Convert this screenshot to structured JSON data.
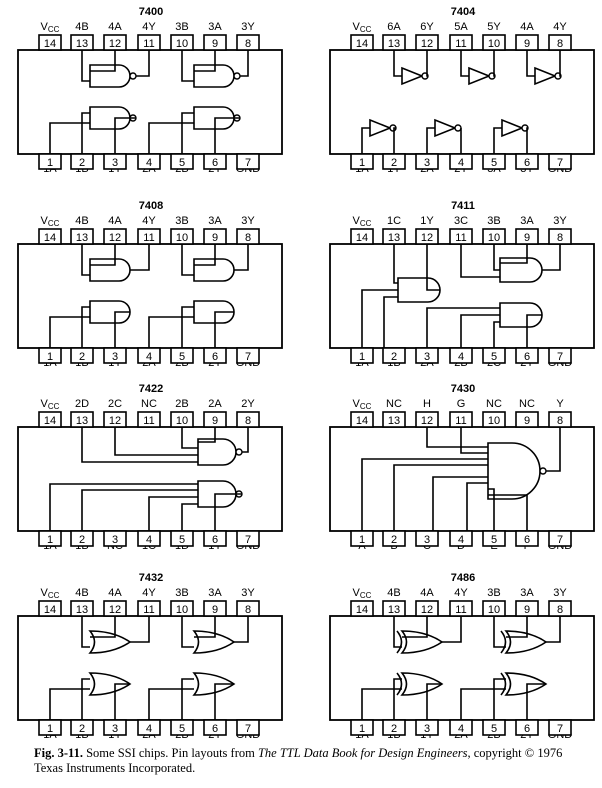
{
  "chips": [
    {
      "id": "7400",
      "title": "7400",
      "top": [
        "VCC",
        "4B",
        "4A",
        "4Y",
        "3B",
        "3A",
        "3Y"
      ],
      "top_nums": [
        "14",
        "13",
        "12",
        "11",
        "10",
        "9",
        "8"
      ],
      "bottom": [
        "1A",
        "1B",
        "1Y",
        "2A",
        "2B",
        "2Y",
        "GND"
      ],
      "bottom_nums": [
        "1",
        "2",
        "3",
        "4",
        "5",
        "6",
        "7"
      ],
      "gate": "nand2"
    },
    {
      "id": "7404",
      "title": "7404",
      "top": [
        "VCC",
        "6A",
        "6Y",
        "5A",
        "5Y",
        "4A",
        "4Y"
      ],
      "top_nums": [
        "14",
        "13",
        "12",
        "11",
        "10",
        "9",
        "8"
      ],
      "bottom": [
        "1A",
        "1Y",
        "2A",
        "2Y",
        "3A",
        "3Y",
        "GND"
      ],
      "bottom_nums": [
        "1",
        "2",
        "3",
        "4",
        "5",
        "6",
        "7"
      ],
      "gate": "inv"
    },
    {
      "id": "7408",
      "title": "7408",
      "top": [
        "VCC",
        "4B",
        "4A",
        "4Y",
        "3B",
        "3A",
        "3Y"
      ],
      "top_nums": [
        "14",
        "13",
        "12",
        "11",
        "10",
        "9",
        "8"
      ],
      "bottom": [
        "1A",
        "1B",
        "1Y",
        "2A",
        "2B",
        "2Y",
        "GND"
      ],
      "bottom_nums": [
        "1",
        "2",
        "3",
        "4",
        "5",
        "6",
        "7"
      ],
      "gate": "and2"
    },
    {
      "id": "7411",
      "title": "7411",
      "top": [
        "VCC",
        "1C",
        "1Y",
        "3C",
        "3B",
        "3A",
        "3Y"
      ],
      "top_nums": [
        "14",
        "13",
        "12",
        "11",
        "10",
        "9",
        "8"
      ],
      "bottom": [
        "1A",
        "1B",
        "2A",
        "2B",
        "2C",
        "2Y",
        "GND"
      ],
      "bottom_nums": [
        "1",
        "2",
        "3",
        "4",
        "5",
        "6",
        "7"
      ],
      "gate": "and3"
    },
    {
      "id": "7422",
      "title": "7422",
      "top": [
        "VCC",
        "2D",
        "2C",
        "NC",
        "2B",
        "2A",
        "2Y"
      ],
      "top_nums": [
        "14",
        "13",
        "12",
        "11",
        "10",
        "9",
        "8"
      ],
      "bottom": [
        "1A",
        "1B",
        "NC",
        "1C",
        "1D",
        "1Y",
        "GND"
      ],
      "bottom_nums": [
        "1",
        "2",
        "3",
        "4",
        "5",
        "6",
        "7"
      ],
      "gate": "nand4"
    },
    {
      "id": "7430",
      "title": "7430",
      "top": [
        "VCC",
        "NC",
        "H",
        "G",
        "NC",
        "NC",
        "Y"
      ],
      "top_nums": [
        "14",
        "13",
        "12",
        "11",
        "10",
        "9",
        "8"
      ],
      "bottom": [
        "A",
        "B",
        "C",
        "D",
        "E",
        "F",
        "GND"
      ],
      "bottom_nums": [
        "1",
        "2",
        "3",
        "4",
        "5",
        "6",
        "7"
      ],
      "gate": "nand8"
    },
    {
      "id": "7432",
      "title": "7432",
      "top": [
        "VCC",
        "4B",
        "4A",
        "4Y",
        "3B",
        "3A",
        "3Y"
      ],
      "top_nums": [
        "14",
        "13",
        "12",
        "11",
        "10",
        "9",
        "8"
      ],
      "bottom": [
        "1A",
        "1B",
        "1Y",
        "2A",
        "2B",
        "2Y",
        "GND"
      ],
      "bottom_nums": [
        "1",
        "2",
        "3",
        "4",
        "5",
        "6",
        "7"
      ],
      "gate": "or2"
    },
    {
      "id": "7486",
      "title": "7486",
      "top": [
        "VCC",
        "4B",
        "4A",
        "4Y",
        "3B",
        "3A",
        "3Y"
      ],
      "top_nums": [
        "14",
        "13",
        "12",
        "11",
        "10",
        "9",
        "8"
      ],
      "bottom": [
        "1A",
        "1B",
        "1Y",
        "2A",
        "2B",
        "2Y",
        "GND"
      ],
      "bottom_nums": [
        "1",
        "2",
        "3",
        "4",
        "5",
        "6",
        "7"
      ],
      "gate": "xor2"
    }
  ],
  "caption": {
    "fig": "Fig. 3-11.",
    "text1": " Some SSI chips.  Pin layouts from ",
    "book": "The TTL Data Book for Design Engineers",
    "text2": ", copyright © 1976 Texas Instruments Incorporated."
  }
}
